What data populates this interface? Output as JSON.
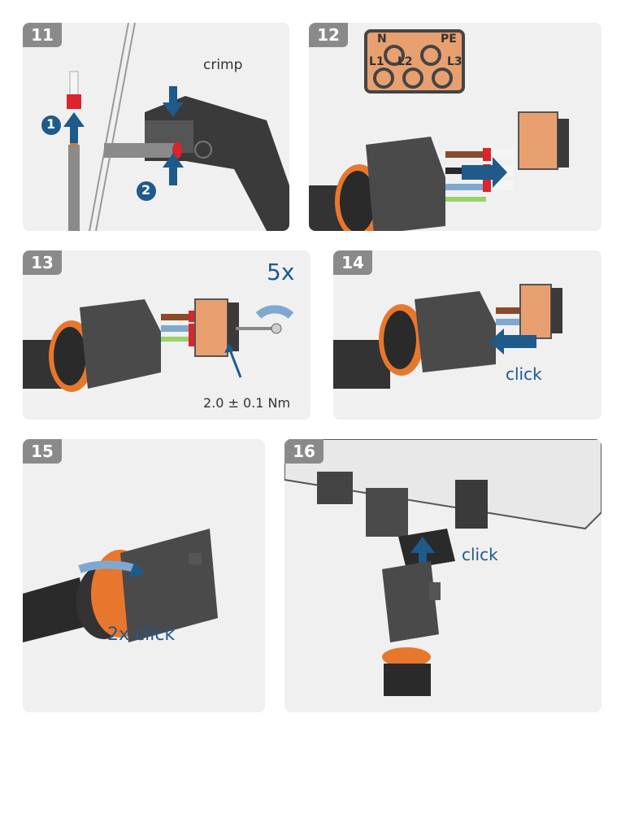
{
  "steps": [
    {
      "number": "11",
      "label": "crimp"
    },
    {
      "number": "12",
      "terminal_labels": [
        "N",
        "PE",
        "L1",
        "L2",
        "L3"
      ]
    },
    {
      "number": "13",
      "repeat": "5x",
      "torque": "2.0 ± 0.1 Nm"
    },
    {
      "number": "14",
      "label": "click"
    },
    {
      "number": "15",
      "label": "2x click"
    },
    {
      "number": "16",
      "label": "click"
    }
  ],
  "markers": [
    "1",
    "2"
  ],
  "colors": {
    "panel_bg": "#f0f0f0",
    "badge": "#8a8a8a",
    "arrow_blue": "#1e5a8a",
    "connector_orange": "#e8772e",
    "connector_dark": "#3a3a3a",
    "ferrule_red": "#d9252b"
  }
}
